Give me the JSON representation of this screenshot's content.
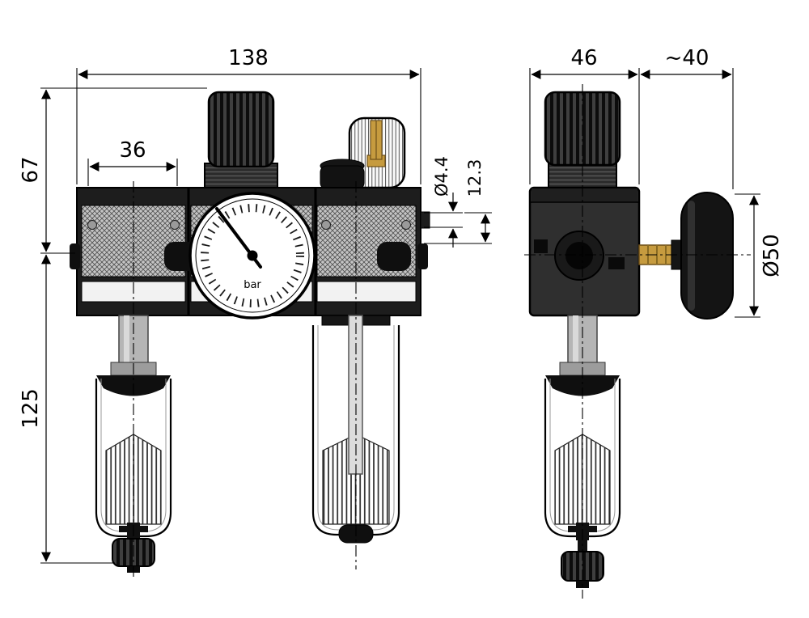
{
  "dimensions": {
    "front_width": "138",
    "module_width": "36",
    "upper_height": "67",
    "lower_height": "125",
    "port_diameter": "Ø4.4",
    "port_spacing": "12.3",
    "side_width": "46",
    "gauge_offset": "~40",
    "gauge_diameter": "Ø50"
  },
  "gauge": {
    "unit": "bar"
  },
  "colors": {
    "background": "#ffffff",
    "line": "#000000",
    "body_front": "#1d1d1d",
    "body_side": "#2f2f2f",
    "knurl": "#c4c4c4",
    "window": "#f2f2f2",
    "metal_light": "#b5b5b5",
    "brass": "#c69b3f",
    "gauge_face": "#ffffff",
    "gauge_disc": "#141414"
  }
}
